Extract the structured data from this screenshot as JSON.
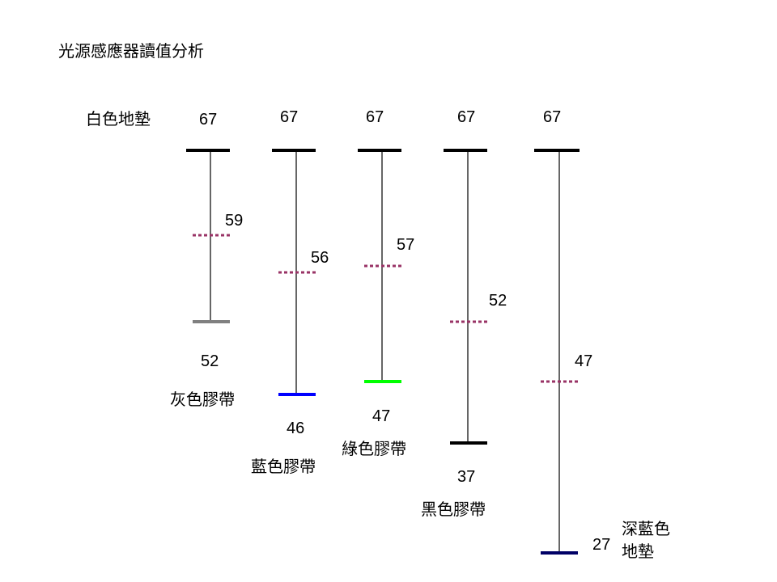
{
  "title": "光源感應器讀值分析",
  "white_mat_label": "白色地墊",
  "colors": {
    "top_bar": "#000000",
    "stem": "#000000",
    "threshold": "#993366"
  },
  "columns": [
    {
      "top_value": "67",
      "threshold_value": "59",
      "bottom_value": "52",
      "bottom_label": "灰色膠帶",
      "bottom_color": "#808080",
      "reading": 52,
      "threshold": 59
    },
    {
      "top_value": "67",
      "threshold_value": "56",
      "bottom_value": "46",
      "bottom_label": "藍色膠帶",
      "bottom_color": "#0000ff",
      "reading": 46,
      "threshold": 56
    },
    {
      "top_value": "67",
      "threshold_value": "57",
      "bottom_value": "47",
      "bottom_label": "綠色膠帶",
      "bottom_color": "#00ff00",
      "reading": 47,
      "threshold": 57
    },
    {
      "top_value": "67",
      "threshold_value": "52",
      "bottom_value": "37",
      "bottom_label": "黑色膠帶",
      "bottom_color": "#000000",
      "reading": 37,
      "threshold": 52
    },
    {
      "top_value": "67",
      "threshold_value": "47",
      "bottom_value": "27",
      "bottom_label": "深藍色\n地墊",
      "bottom_color": "#000066",
      "reading": 27,
      "threshold": 47
    }
  ]
}
